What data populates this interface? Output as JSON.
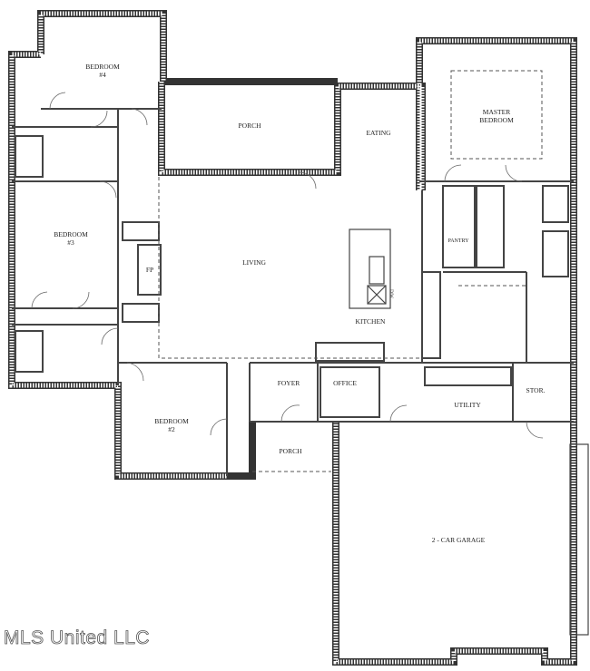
{
  "plan": {
    "rooms": {
      "bedroom4": "BEDROOM",
      "bedroom4_num": "#4",
      "porch_rear": "PORCH",
      "eating": "EATING",
      "master": "MASTER",
      "master2": "BEDROOM",
      "bedroom3": "BEDROOM",
      "bedroom3_num": "#3",
      "fp": "FP",
      "living": "LIVING",
      "pantry": "PANTRY",
      "kitchen": "KITCHEN",
      "dw": "D/W",
      "foyer": "FOYER",
      "office": "OFFICE",
      "utility": "UTILITY",
      "stor": "STOR.",
      "bedroom2": "BEDROOM",
      "bedroom2_num": "#2",
      "porch_front": "PORCH",
      "garage": "2 - CAR GARAGE"
    },
    "watermark": "MLS United LLC"
  }
}
